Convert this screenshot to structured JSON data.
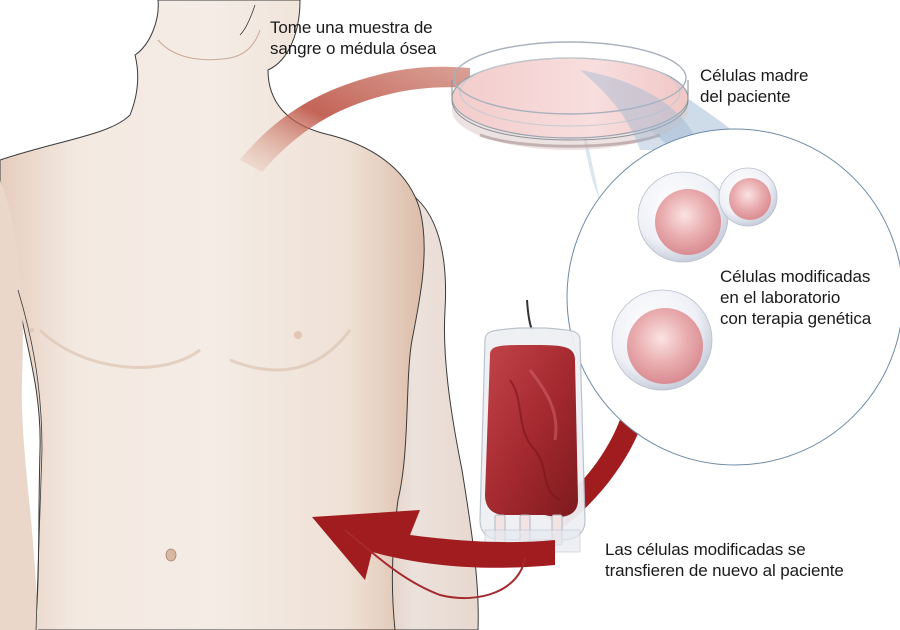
{
  "diagram": {
    "type": "gene-therapy-process-cycle",
    "colors": {
      "arrow": "#a11c1e",
      "arrow_faded": "#c46a5a",
      "skin": "#f1e6dc",
      "skin_shadow": "#ddc2b0",
      "outline": "#3a3a3a",
      "dish_fluid": "#f4cfcf",
      "magnifier": "#b9cde0",
      "cell_core": "#e8a0a5",
      "blood": "#a02226"
    },
    "steps": [
      {
        "id": "sample",
        "lines": [
          "Tome una muestra de",
          "sangre o médula ósea"
        ]
      },
      {
        "id": "stem-cells",
        "lines": [
          "Células madre",
          "del paciente"
        ]
      },
      {
        "id": "modified",
        "lines": [
          "Células modificadas",
          "en el laboratorio",
          "con terapia genética"
        ]
      },
      {
        "id": "transfer",
        "lines": [
          "Las células modificadas se",
          "transfieren de nuevo al paciente"
        ]
      }
    ],
    "elements": {
      "patient_torso": "patient-torso-illustration",
      "petri_dish": "petri-dish-icon",
      "cell_magnifier": "magnified-cells-circle",
      "blood_bag": "iv-blood-bag-icon",
      "cycle_arrow": "circular-arrow"
    }
  }
}
